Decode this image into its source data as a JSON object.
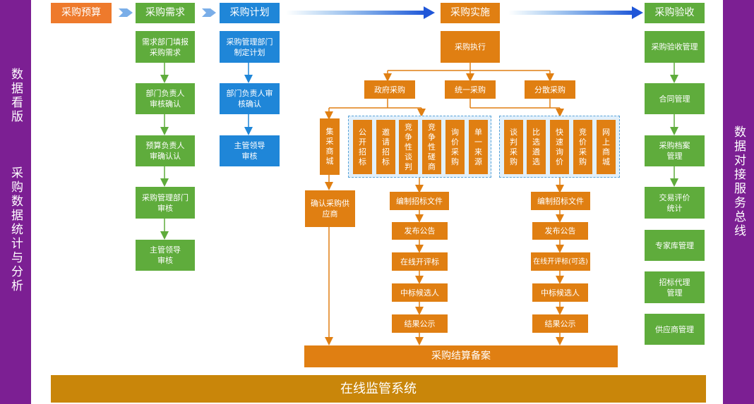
{
  "left_panel": {
    "text_top": "数据看版",
    "text_bottom": "采购数据统计与分析"
  },
  "right_panel": {
    "text": "数据对接服务总线"
  },
  "stages": {
    "budget": "采购预算",
    "demand": "采购需求",
    "plan": "采购计划",
    "implement": "采购实施",
    "acceptance": "采购验收"
  },
  "demand_steps": [
    "需求部门填报采购需求",
    "部门负责人审核确认",
    "预算负责人审确认认",
    "采购管理部门审核",
    "主管领导审核"
  ],
  "plan_steps": [
    "采购管理部门制定计划",
    "部门负责人审核确认",
    "主管领导审核"
  ],
  "implement": {
    "execute": "采购执行",
    "gov": "政府采购",
    "unified": "统一采购",
    "scattered": "分散采购",
    "centralized": "集采商城",
    "confirm_supplier": "确认采购供应商",
    "gov_methods": [
      "公开招标",
      "邀请招标",
      "竞争性谈判",
      "竞争性磋商",
      "询价采购",
      "单一来源"
    ],
    "scattered_methods": [
      "谈判采购",
      "比选遴选",
      "快速询价",
      "竞价采购",
      "网上商城"
    ],
    "gov_steps": [
      "编制招标文件",
      "发布公告",
      "在线开评标",
      "中标候选人",
      "结果公示"
    ],
    "scattered_steps": [
      "编制招标文件",
      "发布公告",
      "在线开评标(可选)",
      "中标候选人",
      "结果公示"
    ],
    "settlement": "采购结算备案"
  },
  "acceptance_steps": [
    "采购验收管理",
    "合同管理",
    "采购档案管理",
    "交易评价统计",
    "专家库管理",
    "招标代理管理",
    "供应商管理"
  ],
  "footer": "在线监管系统",
  "colors": {
    "green": "#5fac3c",
    "blue": "#1f86d8",
    "orange": "#e07f12",
    "purple": "#7c1f93",
    "footer": "#c9860a"
  }
}
